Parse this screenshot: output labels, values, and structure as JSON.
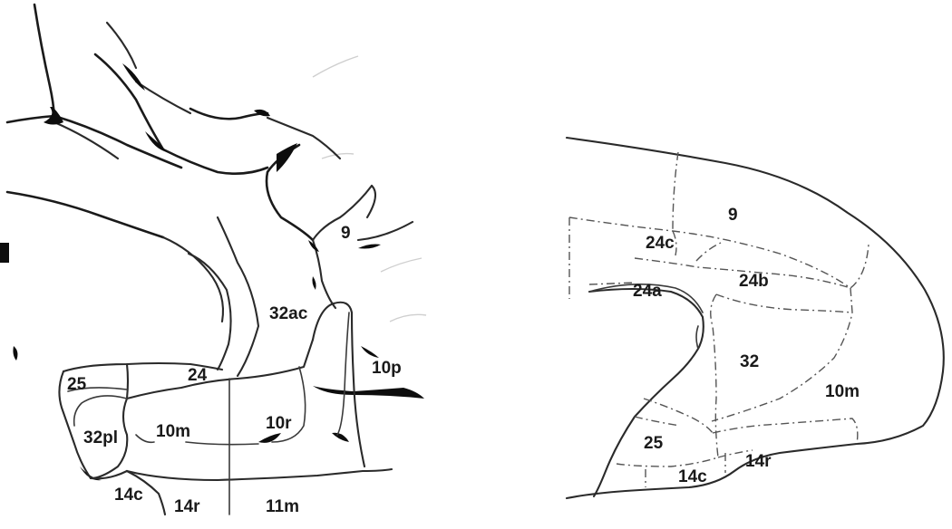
{
  "left_panel": {
    "labels": {
      "a9": "9",
      "a32ac": "32ac",
      "a10p": "10p",
      "a24": "24",
      "a25": "25",
      "a32pl": "32pl",
      "a10m": "10m",
      "a10r": "10r",
      "a14c": "14c",
      "a14r": "14r",
      "a11m": "11m"
    }
  },
  "right_panel": {
    "labels": {
      "a9": "9",
      "a24c": "24c",
      "a24b": "24b",
      "a24a": "24a",
      "a32": "32",
      "a10m": "10m",
      "a25": "25",
      "a14c": "14c",
      "a14r": "14r"
    }
  }
}
